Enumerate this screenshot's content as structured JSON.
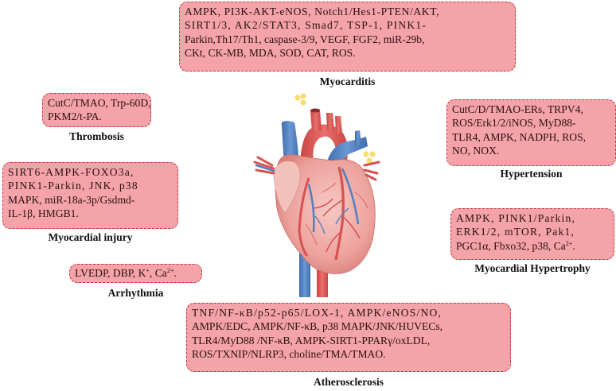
{
  "diagram": {
    "center_image": "anatomical-heart-illustration",
    "colors": {
      "box_fill": "#f4a3a8",
      "box_border": "#c2364a",
      "label_text": "#111111",
      "artery_red": "#d9514f",
      "vein_blue": "#4f7fc0",
      "heart_pink": "#f0b3b0",
      "spark_yellow": "#f7dc6f"
    }
  },
  "myocarditis": {
    "title": "Myocarditis",
    "lines": [
      "AMPK, PI3K-AKT-eNOS, Notch1/Hes1-PTEN/AKT,",
      "SIRT1/3, AK2/STAT3, Smad7,  TSP-1, PINK1-",
      "Parkin,Th17/Th1, caspase-3/9, VEGF, FGF2, miR-29b,",
      "CKt, CK-MB, MDA, SOD, CAT, ROS."
    ]
  },
  "thrombosis": {
    "title": "Thrombosis",
    "lines": [
      "CutC/TMAO, Trp-60D,",
      "PKM2/t-PA."
    ]
  },
  "hypertension": {
    "title": "Hypertension",
    "lines": [
      "CutC/D/TMAO-ERs, TRPV4,",
      "ROS/Erk1/2/iNOS, MyD88-",
      "TLR4, AMPK, NADPH, ROS,",
      "NO, NOX."
    ]
  },
  "myocardial_injury": {
    "title": "Myocardial injury",
    "lines": [
      "SIRT6-AMPK-FOXO3a,",
      "PINK1-Parkin, JNK, p38",
      "MAPK, miR-18a-3p/Gsdmd-",
      "IL-1β, HMGB1."
    ]
  },
  "myocardial_hypertrophy": {
    "title": "Myocardial Hypertrophy",
    "lines": [
      "AMPK, PINK1/Parkin,",
      "ERK1/2, mTOR, Pak1,",
      "PGC1α, Fbxo32, p38, Ca"
    ],
    "line3_sup": "2+",
    "line3_end": "."
  },
  "arrhythmia": {
    "title": "Arrhythmia",
    "parts": [
      "LVEDP, DBP, K",
      "+",
      ", Ca",
      "2+",
      "."
    ]
  },
  "atherosclerosis": {
    "title": "Atherosclerosis",
    "lines": [
      "TNF/NF-κB/p52-p65/LOX-1, AMPK/eNOS/NO,",
      "AMPK/EDC, AMPK/NF-κB, p38 MAPK/JNK/HUVECs,",
      "TLR4/MyD88 /NF-κB, AMPK-SIRT1-PPARγ/oxLDL,",
      "ROS/TXNIP/NLRP3,  choline/TMA/TMAO."
    ]
  }
}
